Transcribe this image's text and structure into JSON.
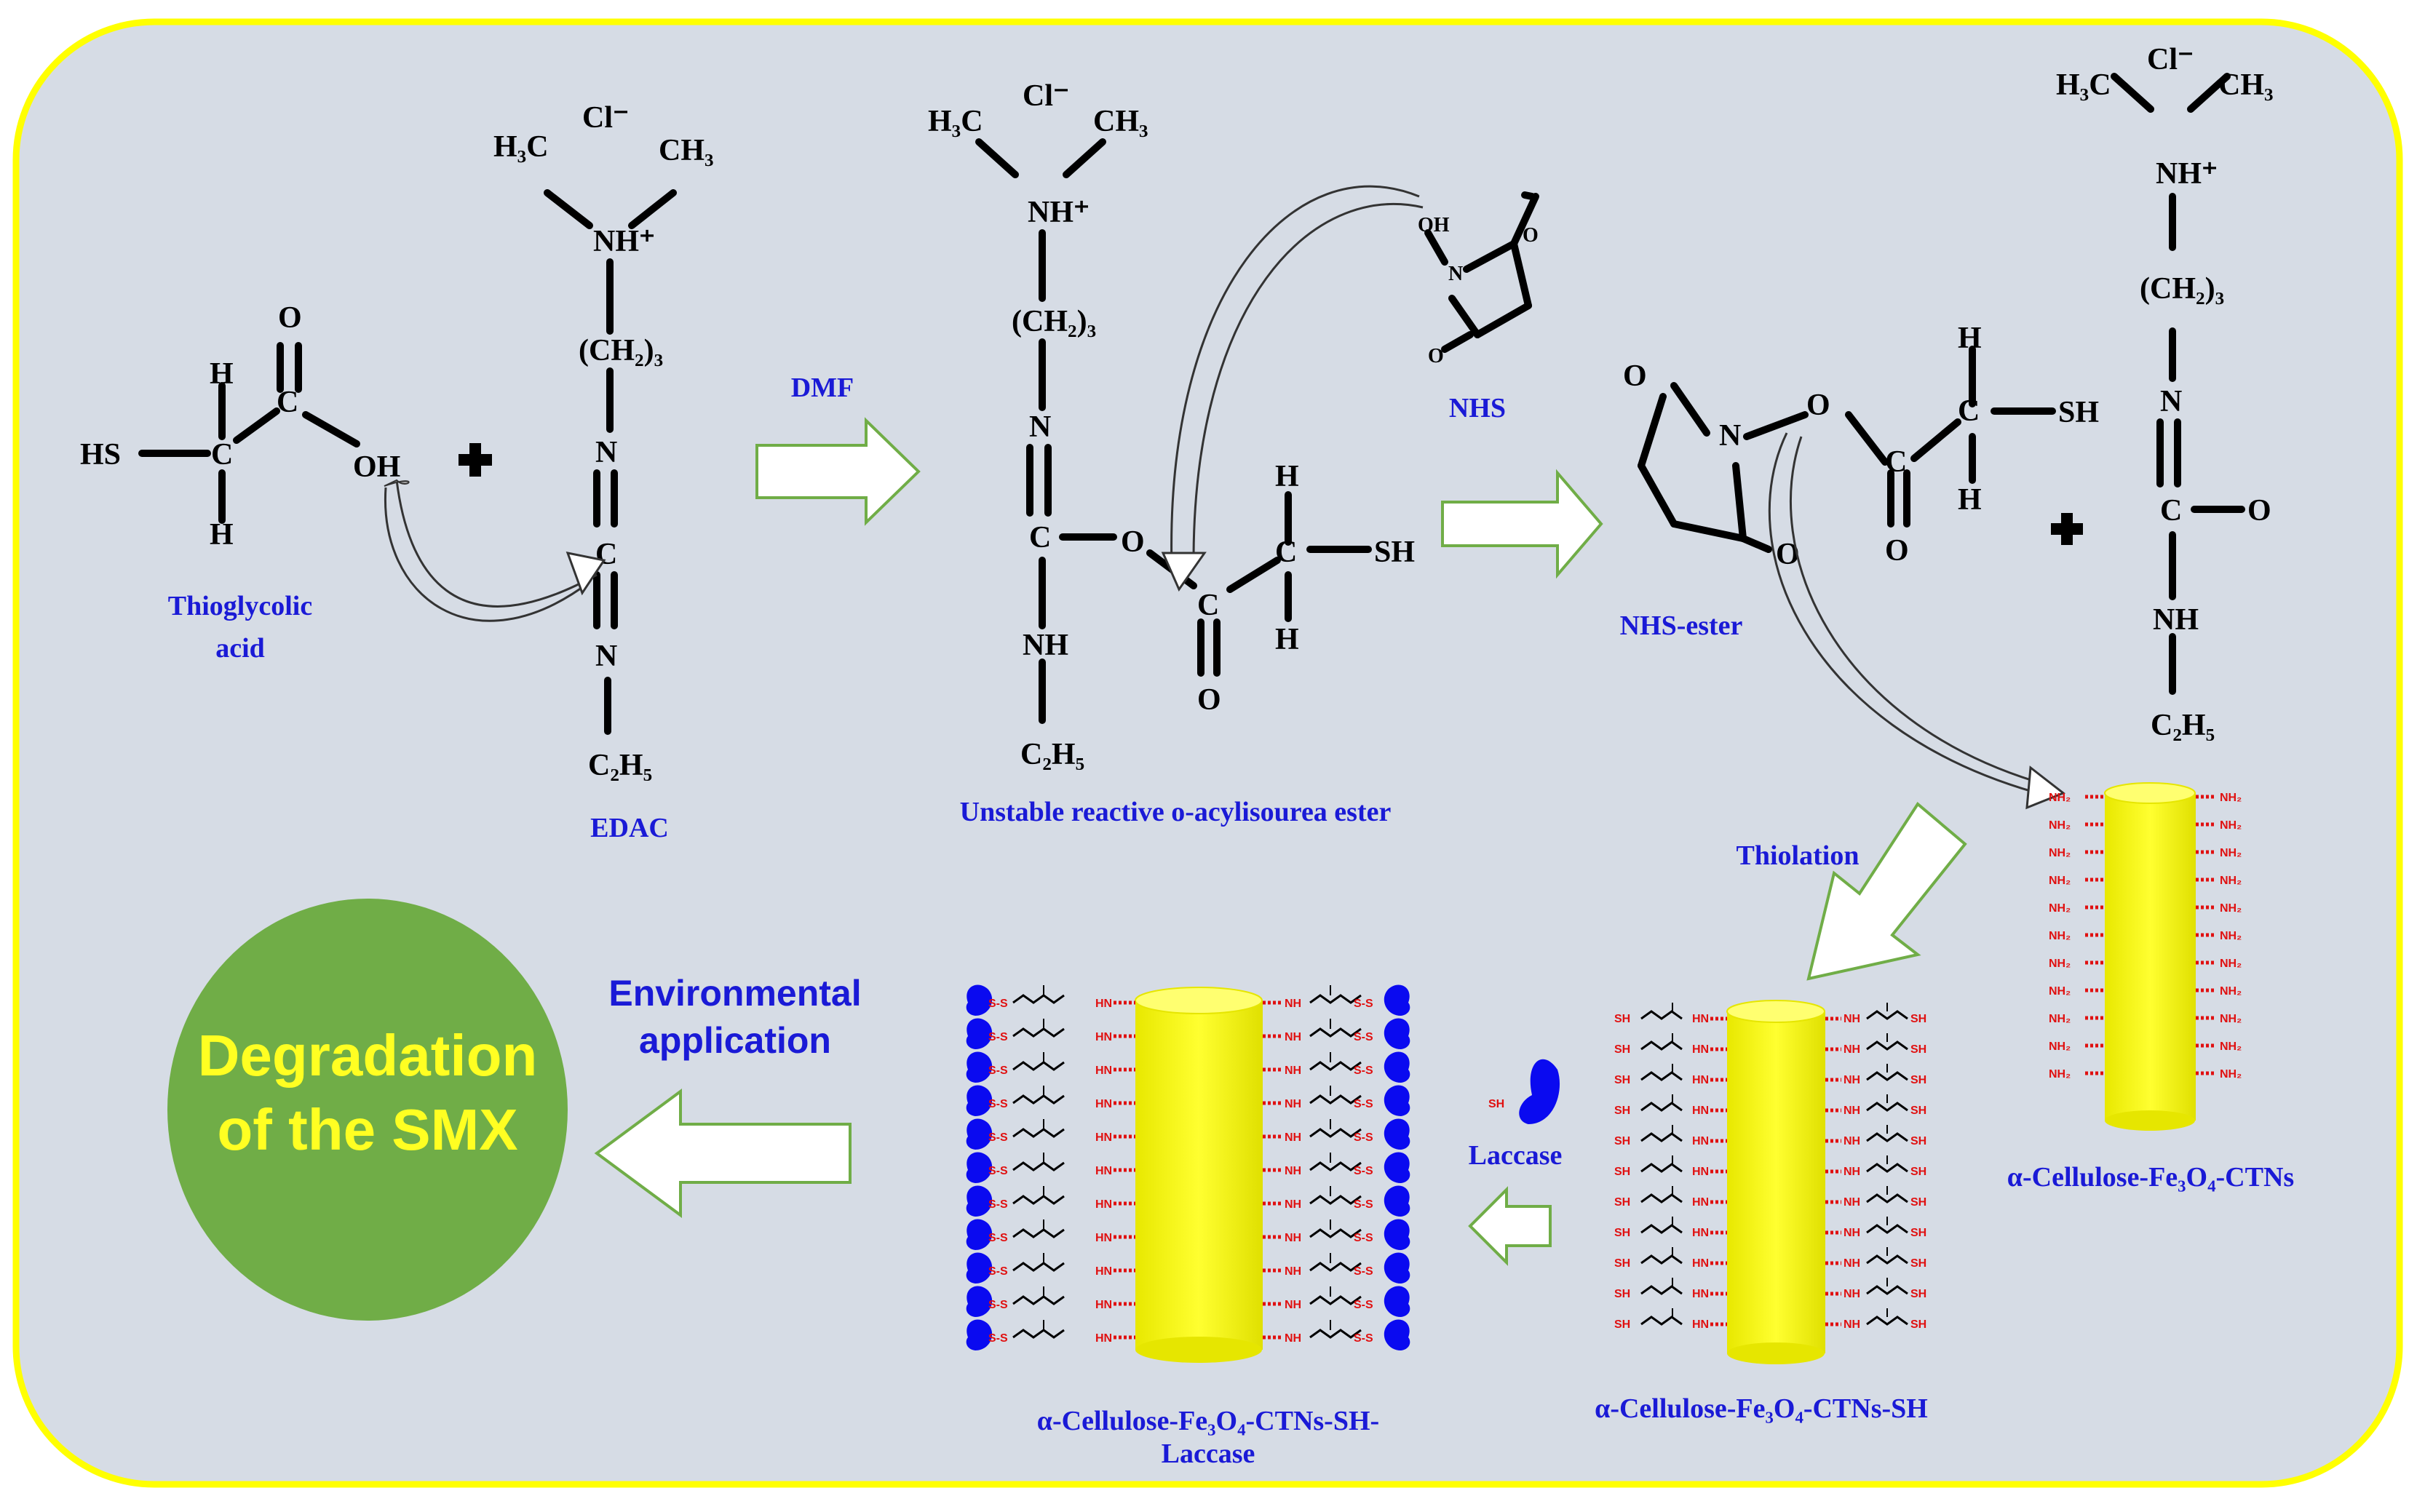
{
  "colors": {
    "panel": "#d6dce5",
    "border": "#ffff00",
    "label_blue": "#1a1ad6",
    "circle_green": "#70ad47",
    "cylinder_yellow": "#ffff00",
    "amine_red": "#e01010",
    "enzyme_blue": "#0a0af0"
  },
  "labels": {
    "thioglycolic_1": "Thioglycolic",
    "thioglycolic_2": "acid",
    "edac": "EDAC",
    "dmf": "DMF",
    "nhs": "NHS",
    "ester": "Unstable reactive o-acylisourea ester",
    "nhs_ester": "NHS-ester",
    "thiolation": "Thiolation",
    "laccase": "Laccase",
    "env_1": "Environmental",
    "env_2": "application",
    "degradation_1": "Degradation",
    "degradation_2": "of the SMX",
    "cellulose_main": "α-Cellulose-Fe₃O₄-CTNs",
    "cellulose_sh": "α-Cellulose-Fe₃O₄-CTNs-SH",
    "cellulose_lac_1": "α-Cellulose-Fe₃O₄-CTNs-SH-",
    "cellulose_lac_2": "Laccase"
  },
  "chem": {
    "HS": "HS",
    "SH": "SH",
    "H": "H",
    "C": "C",
    "O": "O",
    "OH": "OH",
    "N": "N",
    "NH": "NH",
    "cl": "Cl⁻",
    "h3c": "H₃C",
    "ch3": "CH₃",
    "nh_plus": "NH⁺",
    "ch2_3": "(CH₂)₃",
    "c2h5": "C₂H₅",
    "plus": "+",
    "nh2": "NH₂",
    "hn": "HN",
    "ss": "S-S"
  }
}
